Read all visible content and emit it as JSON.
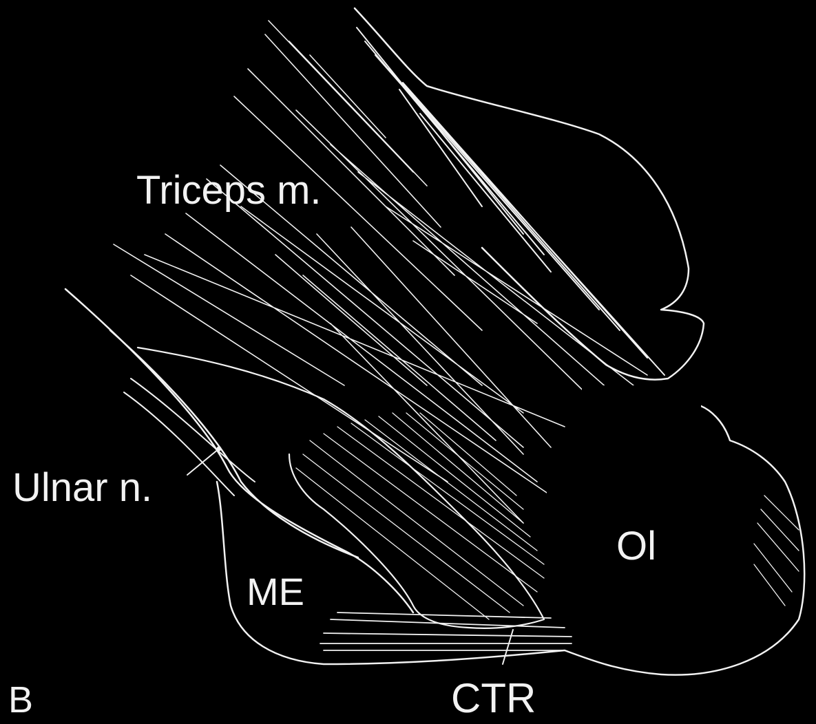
{
  "figure": {
    "panel_letter": "B",
    "labels": {
      "triceps": "Triceps m.",
      "ulnar_nerve": "Ulnar n.",
      "medial_epicondyle": "ME",
      "olecranon": "Ol",
      "ctr": "CTR"
    },
    "colors": {
      "background": "#000000",
      "line": "#f2f2f2"
    }
  }
}
